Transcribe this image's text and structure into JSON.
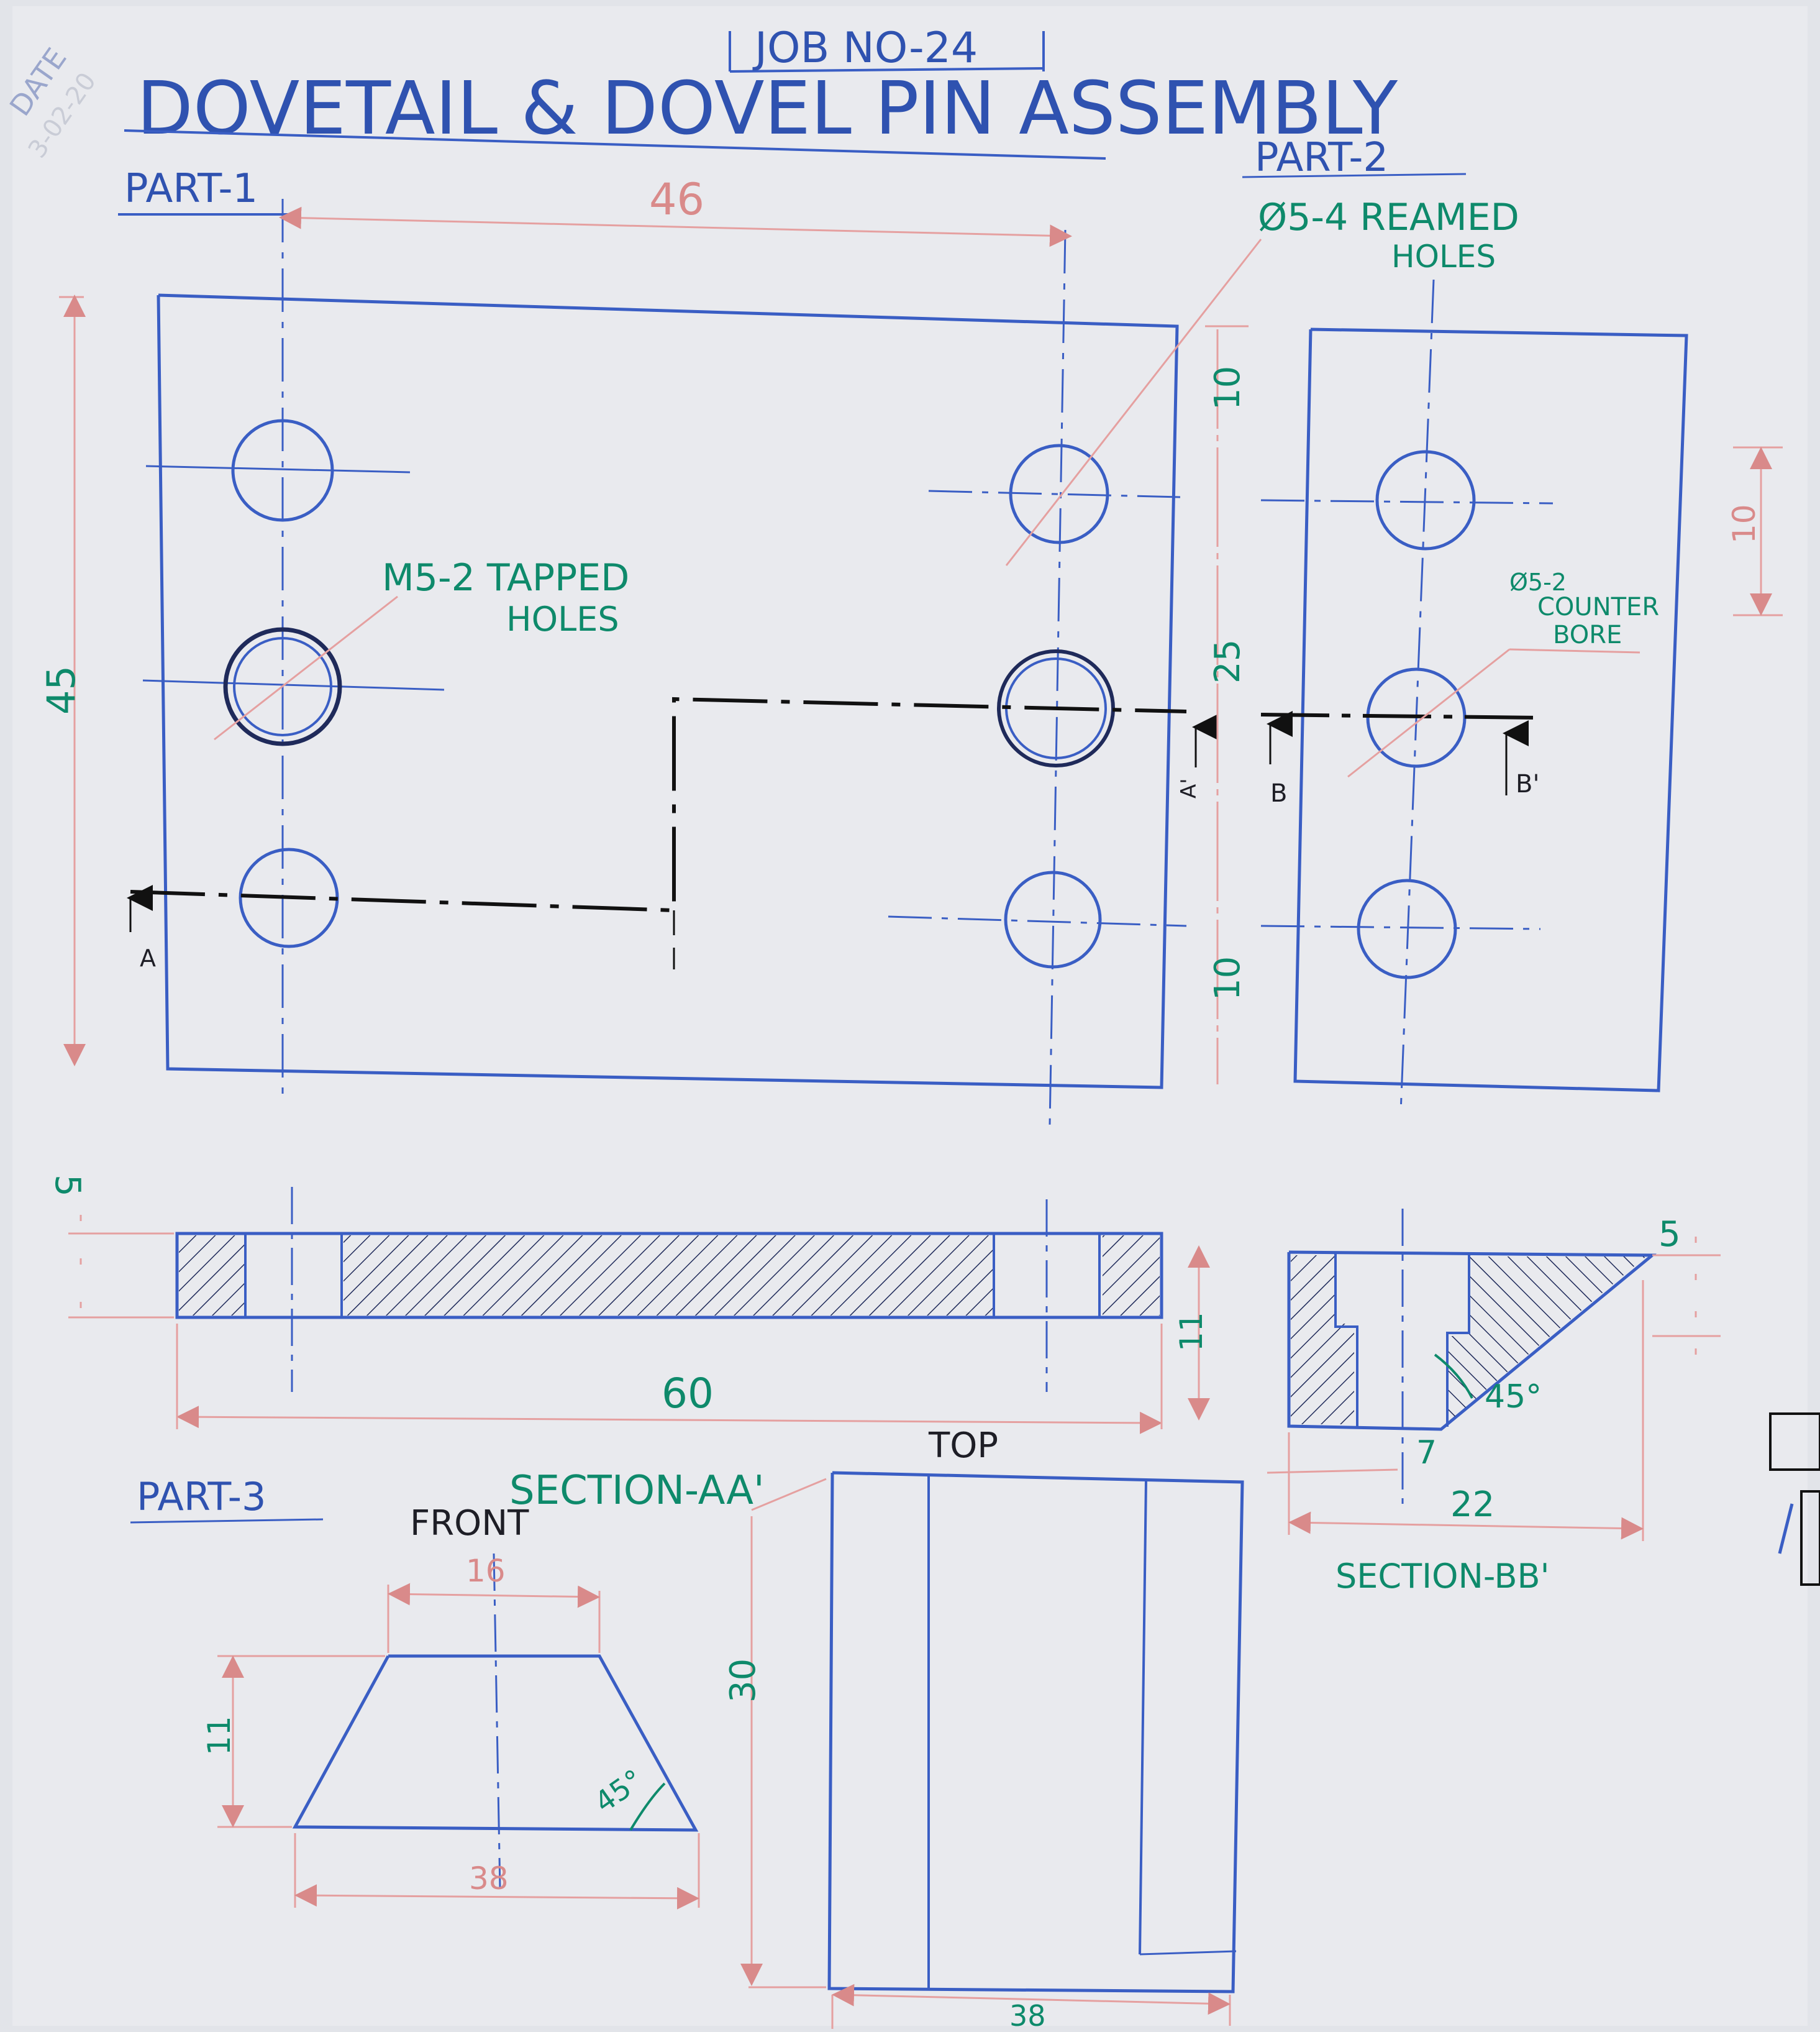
{
  "sheet": {
    "job_no": "JOB NO-24",
    "title": "DOVETAIL & DOVEL PIN ASSEMBLY",
    "date_label": "DATE",
    "date_value": "3-02-20"
  },
  "part1": {
    "label": "PART-1",
    "tapped_note_line1": "M5-2 TAPPED",
    "tapped_note_line2": "HOLES",
    "dim_width": "46",
    "dim_height": "45",
    "section_mark": "A",
    "section_mark_prime": "A'"
  },
  "part2": {
    "label": "PART-2",
    "reamed_note_line1": "Ø5-4 REAMED",
    "reamed_note_line2": "HOLES",
    "counterbore_line1": "Ø5-2",
    "counterbore_line2": "COUNTER",
    "counterbore_line3": "BORE",
    "dim_top": "10",
    "dim_mid": "25",
    "dim_bottom": "10",
    "dim_side": "10",
    "section_mark": "B",
    "section_mark_prime": "B'"
  },
  "section_aa": {
    "label": "SECTION-AA'",
    "dim_length": "60",
    "dim_step": "5",
    "dim_height": "11"
  },
  "section_bb": {
    "label": "SECTION-BB'",
    "dim_top": "5",
    "dim_width": "22",
    "dim_bottom": "7",
    "angle": "45°"
  },
  "part3": {
    "label": "PART-3",
    "front_label": "FRONT",
    "top_label": "TOP",
    "dim_top_width": "16",
    "dim_height": "11",
    "dim_base": "38",
    "angle": "45°",
    "dim_top_view_height": "30",
    "dim_top_view_width": "38"
  }
}
